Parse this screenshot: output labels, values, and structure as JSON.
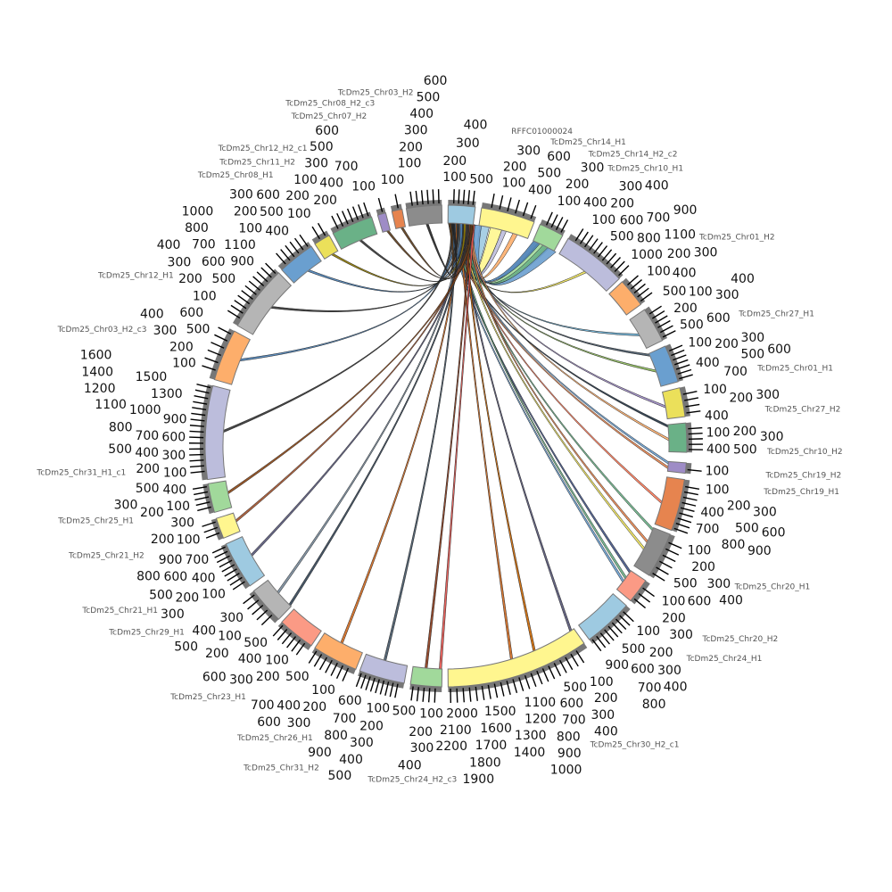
{
  "chart_data": {
    "type": "circos",
    "title": "",
    "tick_step": 100,
    "segments": [
      {
        "name": "RFFC01000024",
        "length": 500,
        "color": "#9ecae1"
      },
      {
        "name": "TcDm25_Chr14_H1",
        "length": 600,
        "color": "#fff68f"
      },
      {
        "name": "TcDm25_Chr14_H2_c2",
        "length": 400,
        "color": "#a1d99b"
      },
      {
        "name": "TcDm25_Chr10_H1",
        "length": 1100,
        "color": "#bcbddc"
      },
      {
        "name": "TcDm25_Chr01_H2",
        "length": 500,
        "color": "#fdae6b"
      },
      {
        "name": "TcDm25_Chr27_H1",
        "length": 600,
        "color": "#b5b5b5"
      },
      {
        "name": "TcDm25_Chr01_H1",
        "length": 700,
        "color": "#6a9fcf"
      },
      {
        "name": "TcDm25_Chr27_H2",
        "length": 400,
        "color": "#ebe05a"
      },
      {
        "name": "TcDm25_Chr10_H2",
        "length": 500,
        "color": "#6ab187"
      },
      {
        "name": "TcDm25_Chr19_H2",
        "length": 100,
        "color": "#9e8cc6"
      },
      {
        "name": "TcDm25_Chr19_H1",
        "length": 900,
        "color": "#e6844f"
      },
      {
        "name": "TcDm25_Chr20_H1",
        "length": 600,
        "color": "#8c8c8c"
      },
      {
        "name": "TcDm25_Chr20_H2",
        "length": 300,
        "color": "#fb9a85"
      },
      {
        "name": "TcDm25_Chr24_H1",
        "length": 900,
        "color": "#9ecae1"
      },
      {
        "name": "TcDm25_Chr30_H2_c1",
        "length": 2200,
        "color": "#fff68f"
      },
      {
        "name": "TcDm25_Chr24_H2_c3",
        "length": 500,
        "color": "#a1d99b"
      },
      {
        "name": "TcDm25_Chr31_H2",
        "length": 900,
        "color": "#bcbddc"
      },
      {
        "name": "TcDm25_Chr26_H1",
        "length": 700,
        "color": "#fdae6b"
      },
      {
        "name": "TcDm25_Chr23_H1",
        "length": 600,
        "color": "#fb9a85"
      },
      {
        "name": "TcDm25_Chr29_H1",
        "length": 500,
        "color": "#b5b5b5"
      },
      {
        "name": "TcDm25_Chr21_H1",
        "length": 900,
        "color": "#9ecae1"
      },
      {
        "name": "TcDm25_Chr21_H2",
        "length": 300,
        "color": "#fff68f"
      },
      {
        "name": "TcDm25_Chr25_H1",
        "length": 500,
        "color": "#a1d99b"
      },
      {
        "name": "TcDm25_Chr31_H1_c1",
        "length": 1600,
        "color": "#bcbddc"
      },
      {
        "name": "TcDm25_Chr03_H2_c3",
        "length": 600,
        "color": "#fdae6b"
      },
      {
        "name": "TcDm25_Chr12_H1",
        "length": 1100,
        "color": "#b5b5b5"
      },
      {
        "name": "TcDm25_Chr08_H1",
        "length": 600,
        "color": "#6a9fcf"
      },
      {
        "name": "TcDm25_Chr11_H2",
        "length": 200,
        "color": "#ebe05a"
      },
      {
        "name": "TcDm25_Chr12_H2_c1",
        "length": 700,
        "color": "#6ab187"
      },
      {
        "name": "TcDm25_Chr07_H2",
        "length": 100,
        "color": "#9e8cc6"
      },
      {
        "name": "TcDm25_Chr08_H2_c3",
        "length": 100,
        "color": "#e6844f"
      },
      {
        "name": "TcDm25_Chr03_H2",
        "length": 600,
        "color": "#8c8c8c"
      }
    ],
    "links": [
      {
        "source": 0,
        "target": 1,
        "color": "#fff68f",
        "width": 5
      },
      {
        "source": 0,
        "target": 1,
        "color": "#bcbddc",
        "width": 2
      },
      {
        "source": 0,
        "target": 1,
        "color": "#fdae6b",
        "width": 2
      },
      {
        "source": 0,
        "target": 1,
        "color": "#9ecae1",
        "width": 4
      },
      {
        "source": 0,
        "target": 2,
        "color": "#a1d99b",
        "width": 4
      },
      {
        "source": 0,
        "target": 2,
        "color": "#6ab187",
        "width": 3
      },
      {
        "source": 0,
        "target": 2,
        "color": "#6a9fcf",
        "width": 4
      },
      {
        "source": 0,
        "target": 2,
        "color": "#4a7fb5",
        "width": 3
      },
      {
        "source": 0,
        "target": 3,
        "color": "#ebe05a",
        "width": 1
      },
      {
        "source": 0,
        "target": 5,
        "color": "#6ab3d9",
        "width": 1
      },
      {
        "source": 0,
        "target": 6,
        "color": "#8fbf5a",
        "width": 1
      },
      {
        "source": 0,
        "target": 6,
        "color": "#445566",
        "width": 1
      },
      {
        "source": 0,
        "target": 7,
        "color": "#9e8cc6",
        "width": 1
      },
      {
        "source": 0,
        "target": 8,
        "color": "#fdae6b",
        "width": 1
      },
      {
        "source": 0,
        "target": 8,
        "color": "#223344",
        "width": 1
      },
      {
        "source": 0,
        "target": 9,
        "color": "#e6844f",
        "width": 1
      },
      {
        "source": 0,
        "target": 9,
        "color": "#6a9fcf",
        "width": 1
      },
      {
        "source": 0,
        "target": 10,
        "color": "#fb7a5a",
        "width": 1
      },
      {
        "source": 0,
        "target": 11,
        "color": "#ebe05a",
        "width": 1
      },
      {
        "source": 0,
        "target": 11,
        "color": "#6ab187",
        "width": 1
      },
      {
        "source": 0,
        "target": 11,
        "color": "#e6844f",
        "width": 1
      },
      {
        "source": 0,
        "target": 12,
        "color": "#6a9fcf",
        "width": 1
      },
      {
        "source": 0,
        "target": 12,
        "color": "#445588",
        "width": 1
      },
      {
        "source": 0,
        "target": 12,
        "color": "#6ab187",
        "width": 1
      },
      {
        "source": 0,
        "target": 14,
        "color": "#d2691e",
        "width": 1
      },
      {
        "source": 0,
        "target": 14,
        "color": "#555577",
        "width": 1
      },
      {
        "source": 0,
        "target": 14,
        "color": "#cc6600",
        "width": 1
      },
      {
        "source": 0,
        "target": 15,
        "color": "#8b3a1a",
        "width": 1
      },
      {
        "source": 0,
        "target": 15,
        "color": "#e6544f",
        "width": 1
      },
      {
        "source": 0,
        "target": 16,
        "color": "#445566",
        "width": 1
      },
      {
        "source": 0,
        "target": 17,
        "color": "#d2691e",
        "width": 1
      },
      {
        "source": 0,
        "target": 19,
        "color": "#778899",
        "width": 1
      },
      {
        "source": 0,
        "target": 19,
        "color": "#334455",
        "width": 1
      },
      {
        "source": 0,
        "target": 20,
        "color": "#555577",
        "width": 1
      },
      {
        "source": 0,
        "target": 21,
        "color": "#a0522d",
        "width": 1
      },
      {
        "source": 0,
        "target": 22,
        "color": "#8b4513",
        "width": 1
      },
      {
        "source": 0,
        "target": 23,
        "color": "#333333",
        "width": 1
      },
      {
        "source": 0,
        "target": 24,
        "color": "#4a7fb5",
        "width": 1
      },
      {
        "source": 0,
        "target": 25,
        "color": "#333333",
        "width": 1
      },
      {
        "source": 0,
        "target": 26,
        "color": "#4a7fb5",
        "width": 1
      },
      {
        "source": 0,
        "target": 27,
        "color": "#8b7500",
        "width": 1
      },
      {
        "source": 0,
        "target": 28,
        "color": "#333333",
        "width": 1
      },
      {
        "source": 0,
        "target": 29,
        "color": "#5a3a1a",
        "width": 1
      },
      {
        "source": 0,
        "target": 30,
        "color": "#5a3a1a",
        "width": 1
      },
      {
        "source": 0,
        "target": 31,
        "color": "#222222",
        "width": 1
      }
    ]
  }
}
